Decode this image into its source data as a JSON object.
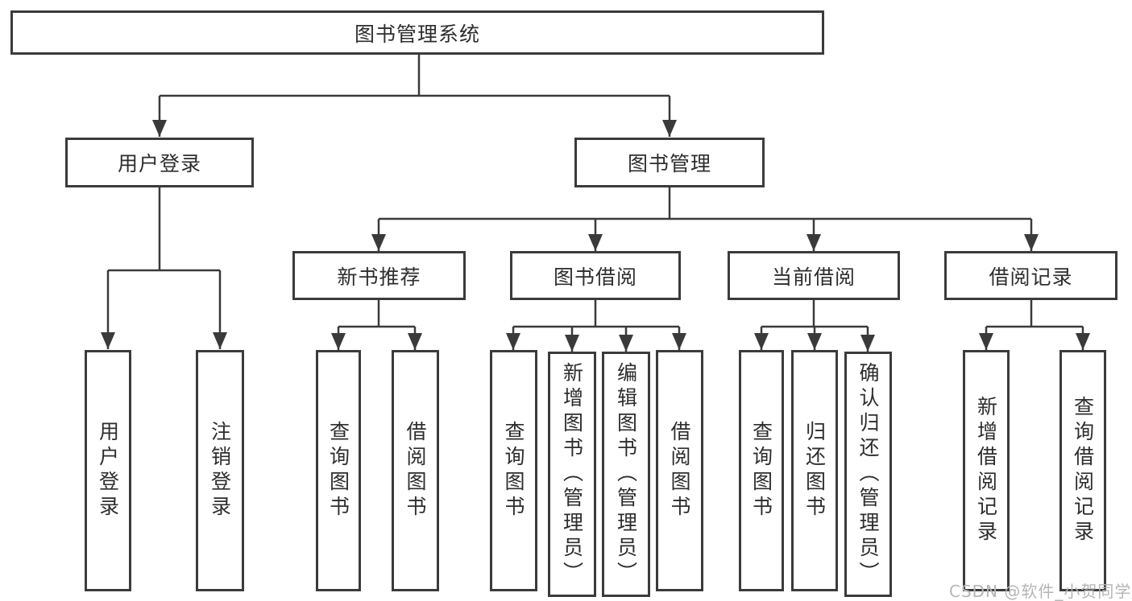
{
  "diagram_type": "hierarchy-tree",
  "colors": {
    "background": "#ffffff",
    "line": "#3a3a3a",
    "box_border": "#3b3b3b",
    "text": "#2d2d2d",
    "watermark": "#b5b5b5"
  },
  "tree": {
    "label": "图书管理系统",
    "children": [
      {
        "label": "用户登录",
        "children": [
          {
            "label": "用户登录"
          },
          {
            "label": "注销登录"
          }
        ]
      },
      {
        "label": "图书管理",
        "children": [
          {
            "label": "新书推荐",
            "children": [
              {
                "label": "查询图书"
              },
              {
                "label": "借阅图书"
              }
            ]
          },
          {
            "label": "图书借阅",
            "children": [
              {
                "label": "查询图书"
              },
              {
                "label": "新增图书（管理员）"
              },
              {
                "label": "编辑图书（管理员）"
              },
              {
                "label": "借阅图书"
              }
            ]
          },
          {
            "label": "当前借阅",
            "children": [
              {
                "label": "查询图书"
              },
              {
                "label": "归还图书"
              },
              {
                "label": "确认归还（管理员）"
              }
            ]
          },
          {
            "label": "借阅记录",
            "children": [
              {
                "label": "新增借阅记录"
              },
              {
                "label": "查询借阅记录"
              }
            ]
          }
        ]
      }
    ]
  },
  "watermark": "CSDN @软件_小贺同学"
}
